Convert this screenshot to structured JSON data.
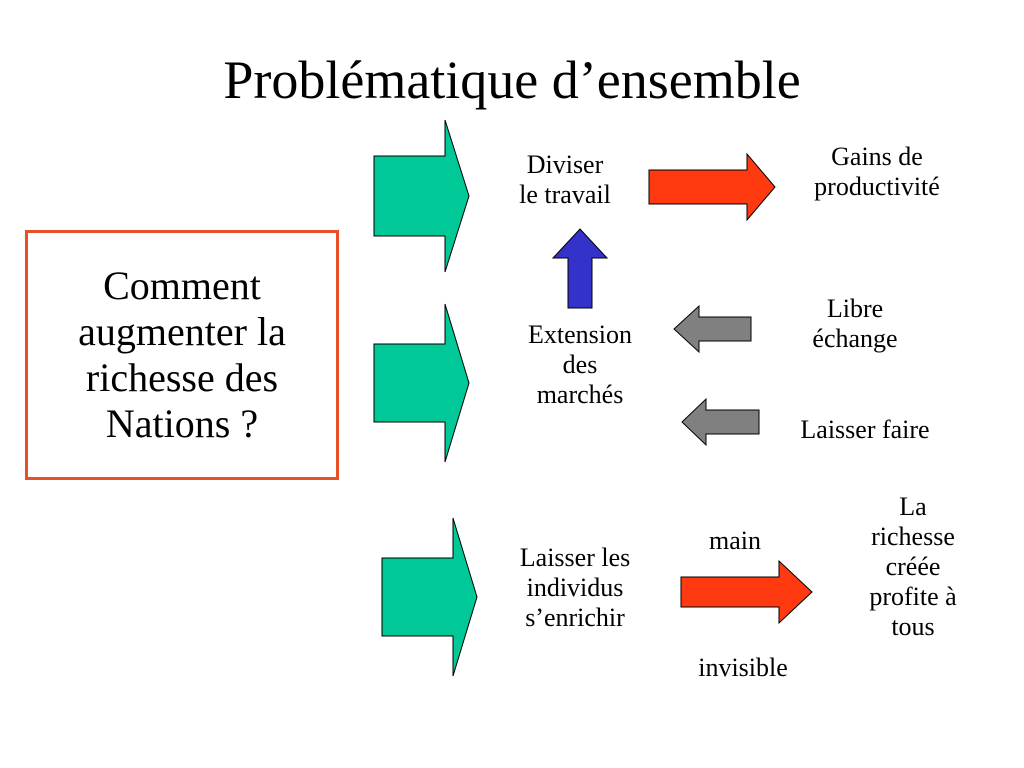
{
  "title": "Problématique d’ensemble",
  "question": "Comment\naugmenter la\nrichesse des\nNations ?",
  "rows": {
    "row1": {
      "center": "Diviser\nle travail",
      "outcome": "Gains de\nproductivité"
    },
    "row2": {
      "center": "Extension\ndes\nmarchés",
      "input_1": "Libre\néchange",
      "input_2": "Laisser faire"
    },
    "row3": {
      "center": "Laisser les\nindividus\ns’enrichir",
      "arrow_top_label": "main",
      "arrow_bottom_label": "invisible",
      "outcome": "La\nrichesse\ncréée\nprofite à\ntous"
    }
  },
  "colors": {
    "green_arrow": "#00c896",
    "red_arrow": "#ff3a10",
    "blue_arrow": "#3333cc",
    "grey_arrow": "#808080",
    "box_border": "#e8502a"
  }
}
